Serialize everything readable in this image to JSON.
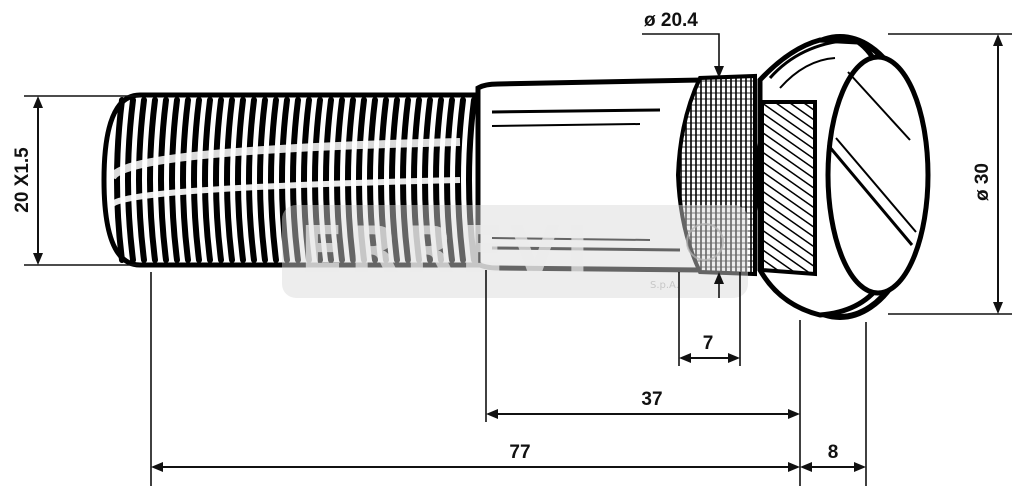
{
  "dimensions": {
    "thread": "20 X1.5",
    "shoulder_diameter": "ø 20.4",
    "head_diameter": "ø 30",
    "knurl_length": "7",
    "shank_length": "37",
    "total_length": "77",
    "head_height": "8"
  },
  "watermark": {
    "brand": "ERREVI",
    "suffix": "S.p.A."
  }
}
